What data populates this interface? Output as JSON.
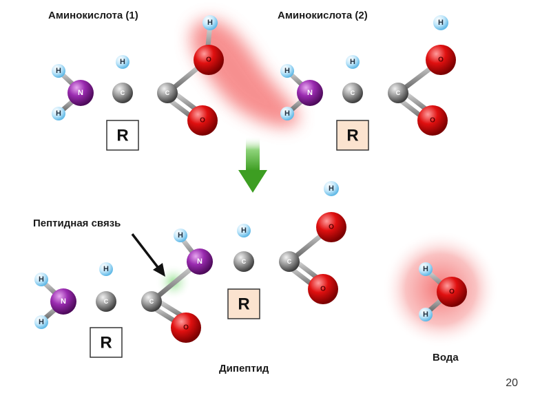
{
  "labels": {
    "amino1": "Аминокислота (1)",
    "amino2": "Аминокислота (2)",
    "peptide_bond": "Пептидная связь",
    "dipeptide": "Дипептид",
    "water": "Вода"
  },
  "atoms": {
    "hydrogen": "H",
    "nitrogen": "N",
    "carbon": "C",
    "oxygen": "O",
    "radical": "R"
  },
  "page_number": "20",
  "colors": {
    "hydrogen": "#9fd8f5",
    "nitrogen": "#8a1f9e",
    "carbon": "#8c8c8c",
    "oxygen": "#d40f0f",
    "radical_white": "#ffffff",
    "radical_peach": "#fbe3cf",
    "arrow": "#4aad2f",
    "highlight_red": "#f46b6b",
    "highlight_green": "#8fe08a"
  }
}
